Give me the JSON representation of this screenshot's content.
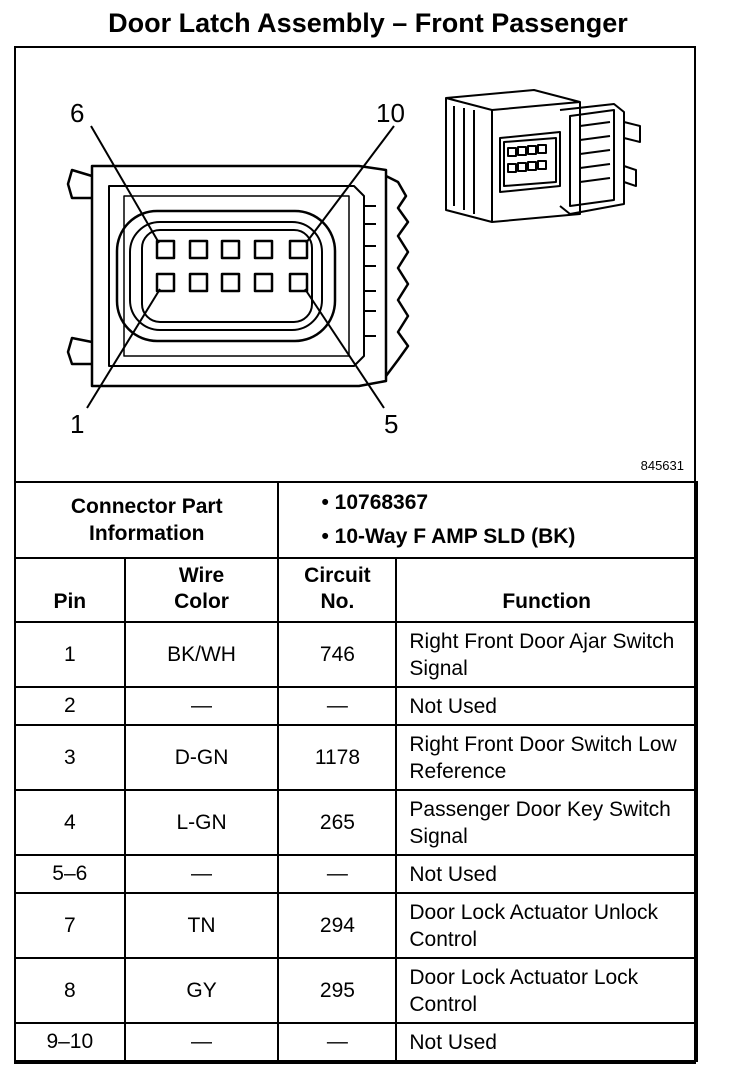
{
  "title": "Door Latch Assembly – Front Passenger",
  "diagram": {
    "pin_labels": {
      "top_left": "6",
      "top_right": "10",
      "bottom_left": "1",
      "bottom_right": "5"
    },
    "figure_number": "845631"
  },
  "connector_info": {
    "label": "Connector Part Information",
    "items": [
      "10768367",
      "10-Way F AMP SLD (BK)"
    ]
  },
  "table": {
    "headers": {
      "pin": "Pin",
      "wire_color": "Wire Color",
      "circuit": "Circuit No.",
      "function": "Function"
    },
    "rows": [
      {
        "pin": "1",
        "wire": "BK/WH",
        "circuit": "746",
        "function": "Right Front Door Ajar Switch Signal"
      },
      {
        "pin": "2",
        "wire": "—",
        "circuit": "—",
        "function": "Not Used"
      },
      {
        "pin": "3",
        "wire": "D-GN",
        "circuit": "1178",
        "function": "Right Front Door Switch Low Reference"
      },
      {
        "pin": "4",
        "wire": "L-GN",
        "circuit": "265",
        "function": "Passenger Door Key Switch Signal"
      },
      {
        "pin": "5–6",
        "wire": "—",
        "circuit": "—",
        "function": "Not Used"
      },
      {
        "pin": "7",
        "wire": "TN",
        "circuit": "294",
        "function": "Door Lock Actuator Unlock Control"
      },
      {
        "pin": "8",
        "wire": "GY",
        "circuit": "295",
        "function": "Door Lock Actuator Lock Control"
      },
      {
        "pin": "9–10",
        "wire": "—",
        "circuit": "—",
        "function": "Not Used"
      }
    ]
  }
}
